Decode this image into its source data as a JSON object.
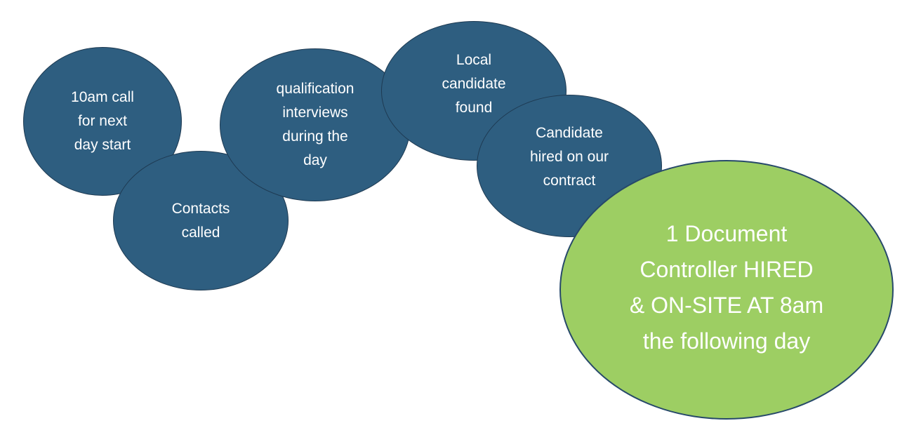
{
  "diagram": {
    "steps": [
      {
        "id": "step-1",
        "text": "10am call\nfor next\nday start"
      },
      {
        "id": "step-2",
        "text": "Contacts\ncalled"
      },
      {
        "id": "step-3",
        "text": "qualification\ninterviews\nduring the\nday"
      },
      {
        "id": "step-4",
        "text": "Local\ncandidate\nfound"
      },
      {
        "id": "step-5",
        "text": "Candidate\nhired on our\ncontract"
      }
    ],
    "outcome": {
      "text": "1 Document\nController HIRED\n& ON-SITE AT 8am\nthe following day"
    },
    "colors": {
      "step_fill": "#2e5e80",
      "step_border": "#1e3a52",
      "outcome_fill": "#9dce63",
      "outcome_border": "#27496a",
      "text": "#ffffff",
      "background": "#ffffff"
    }
  }
}
